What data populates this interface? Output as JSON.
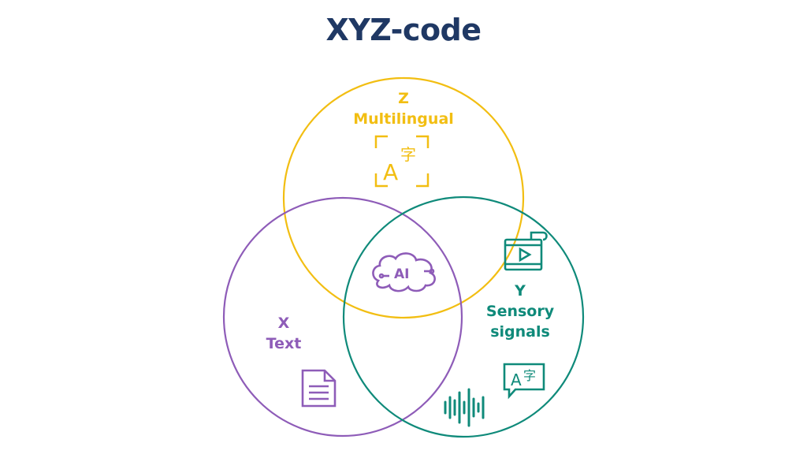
{
  "title": "XYZ-code",
  "colors": {
    "title": "#1f3864",
    "z": "#f2be12",
    "x": "#8e5cb8",
    "y": "#0f8a7a"
  },
  "circles": {
    "z": {
      "letter": "Z",
      "label": "Multilingual",
      "icon": "translate-bracket-icon"
    },
    "x": {
      "letter": "X",
      "label": "Text",
      "icon": "document-icon"
    },
    "y": {
      "letter": "Y",
      "label_line1": "Sensory",
      "label_line2": "signals",
      "icons": [
        "video-film-icon",
        "speech-translate-icon",
        "audio-waveform-icon"
      ]
    }
  },
  "center": {
    "icon": "ai-brain-icon",
    "text": "AI"
  },
  "icon_glyphs": {
    "latin": "A",
    "cjk": "字"
  }
}
